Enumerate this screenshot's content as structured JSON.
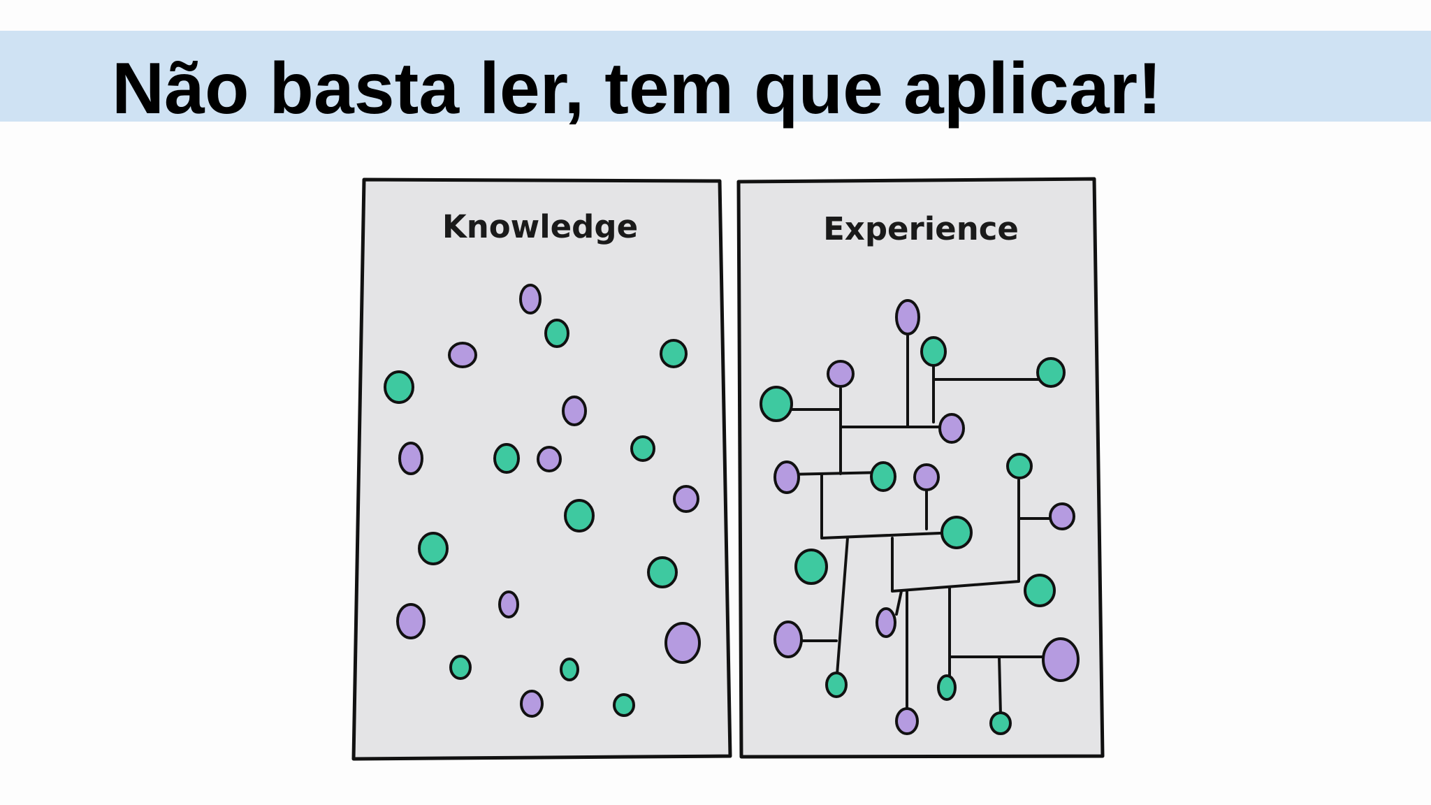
{
  "slide": {
    "title": "Não basta ler, tem que aplicar!",
    "title_bar_color": "#cfe2f3"
  },
  "panels": [
    {
      "label": "Knowledge",
      "dots": "scattered"
    },
    {
      "label": "Experience",
      "dots": "connected"
    }
  ],
  "colors": {
    "green_dot": "#3ec9a0",
    "purple_dot": "#b59be0",
    "panel_fill": "#e4e4e6",
    "ink": "#111111"
  }
}
